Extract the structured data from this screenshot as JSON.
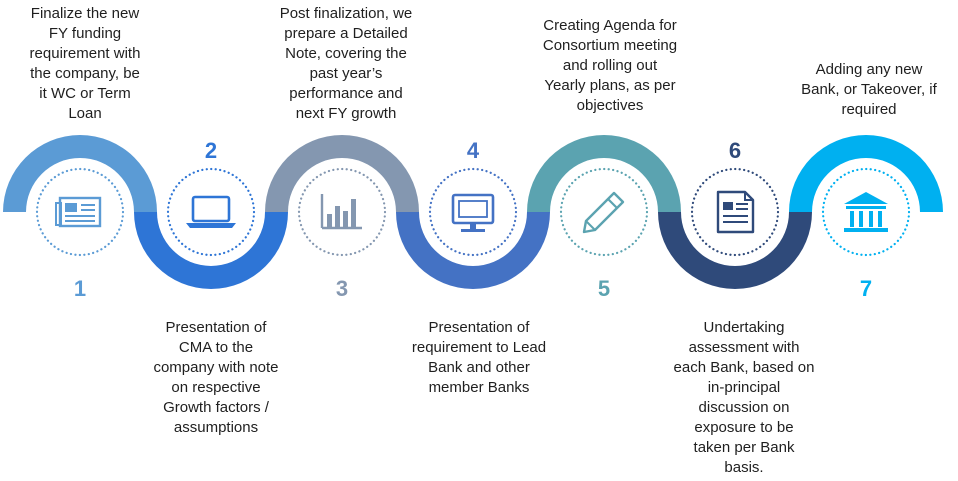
{
  "steps": [
    {
      "number": "1",
      "text": "Finalize the new\nFY funding\nrequirement with\nthe company, be\nit WC or Term\nLoan",
      "color": "#5b9bd5",
      "icon": "newspaper-icon"
    },
    {
      "number": "2",
      "text": "Presentation of\nCMA to the\ncompany with note\non respective\nGrowth factors /\nassumptions",
      "color": "#2e75d6",
      "icon": "laptop-icon"
    },
    {
      "number": "3",
      "text": "Post finalization, we\nprepare a Detailed\nNote, covering the\npast year’s\nperformance and\nnext FY growth",
      "color": "#8497b0",
      "icon": "bar-chart-icon"
    },
    {
      "number": "4",
      "text": "Presentation of\nrequirement to Lead\nBank and other\nmember Banks",
      "color": "#4472c4",
      "icon": "monitor-icon"
    },
    {
      "number": "5",
      "text": "Creating Agenda for\nConsortium meeting\nand rolling out\nYearly plans, as per\nobjectives",
      "color": "#5ba3b0",
      "icon": "pencil-icon"
    },
    {
      "number": "6",
      "text": "Undertaking\nassessment with\neach Bank, based on\nin-principal\ndiscussion on\nexposure to be\ntaken per Bank\nbasis.",
      "color": "#2f4a7a",
      "icon": "document-icon"
    },
    {
      "number": "7",
      "text": "Adding any new\nBank, or Takeover, if\nrequired",
      "color": "#00b0f0",
      "icon": "bank-icon"
    }
  ]
}
